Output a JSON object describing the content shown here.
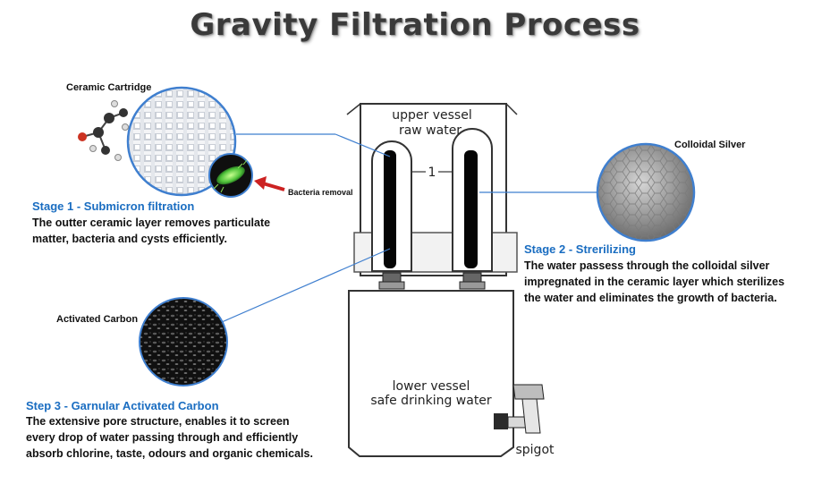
{
  "title": "Gravity Filtration Process",
  "labels": {
    "ceramic_cartridge": "Ceramic Cartridge",
    "bacteria_removal": "Bacteria removal",
    "colloidal_silver": "Colloidal Silver",
    "activated_carbon": "Activated Carbon"
  },
  "vessel": {
    "upper_line1": "upper vessel",
    "upper_line2": "raw water",
    "callout_number": "1",
    "lower_line1": "lower vessel",
    "lower_line2": "safe drinking water",
    "spigot": "spigot"
  },
  "stages": [
    {
      "heading": "Stage 1 - Submicron filtration",
      "lines": [
        "The outter ceramic layer removes particulate",
        "matter, bacteria and cysts efficiently."
      ]
    },
    {
      "heading": "Stage 2 - Strerilizing",
      "lines": [
        "The water passess through the colloidal silver",
        "impregnated in the ceramic layer which sterilizes",
        "the water and eliminates the growth of bacteria."
      ]
    },
    {
      "heading": "Step 3 - Garnular Activated Carbon",
      "lines": [
        "The extensive pore structure, enables it to screen",
        "every drop of water passing through and efficiently",
        "absorb chlorine, taste, odours and organic chemicals."
      ]
    }
  ],
  "colors": {
    "heading_blue": "#1a6dc1",
    "leader_blue": "#3f7fcf",
    "arrow_red": "#cc2222",
    "bacterium_green": "#4fc23a"
  }
}
